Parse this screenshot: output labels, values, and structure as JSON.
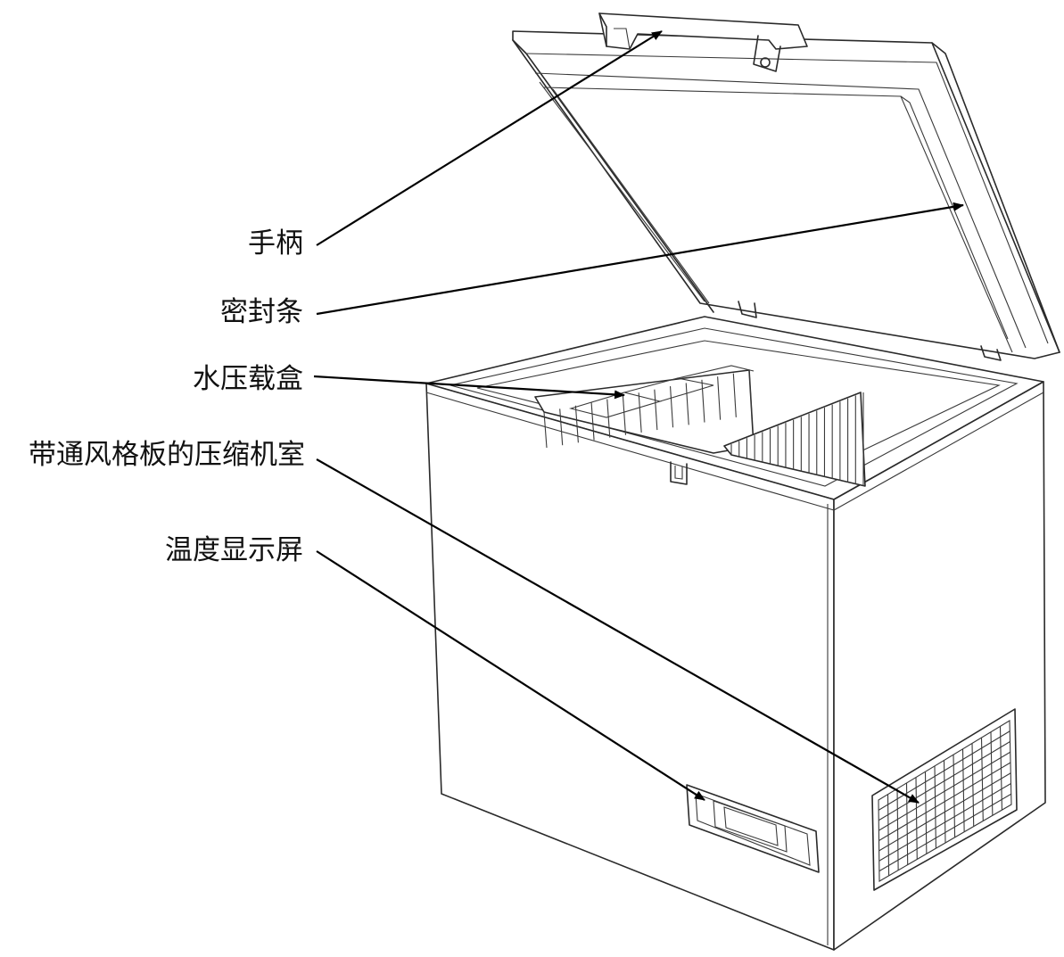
{
  "labels": {
    "handle": "手柄",
    "seal": "密封条",
    "water_box": "水压载盒",
    "compressor_room": "带通风格板的压缩机室",
    "temp_display": "温度显示屏"
  },
  "colors": {
    "line": "#2a2a2a",
    "arrow": "#000000",
    "background": "#ffffff"
  }
}
